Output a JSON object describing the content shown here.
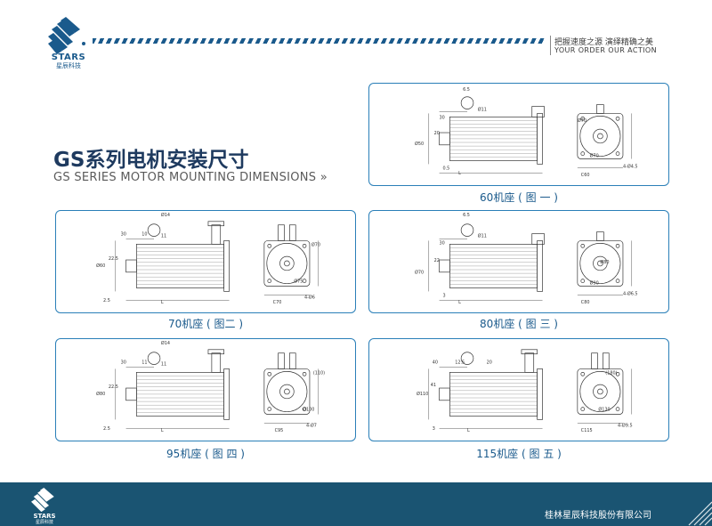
{
  "brand": {
    "name": "STARS",
    "name_cn": "星辰科技",
    "primary_color": "#1a5a8c",
    "footer_color": "#1a5472",
    "panel_border_color": "#2a7fb8"
  },
  "slogan": {
    "cn": "把握速度之源  演绎精确之美",
    "en": "YOUR ORDER  OUR ACTION"
  },
  "title": {
    "cn": "GS系列电机安装尺寸",
    "en": "GS SERIES MOTOR MOUNTING DIMENSIONS",
    "en_suffix": " »"
  },
  "figures": [
    {
      "id": "fig1",
      "caption": "60机座 ( 图 一 )",
      "dims": [
        "6.5",
        "Ø11",
        "30",
        "20",
        "Ø50",
        "0.5",
        "L",
        "C60",
        "Ø70",
        "4-Ø4.5",
        "Ø70"
      ]
    },
    {
      "id": "fig2",
      "caption": "70机座 ( 图二 )",
      "dims": [
        "Ø14",
        "30",
        "10",
        "11",
        "Ø60",
        "22.5",
        "2.5",
        "L",
        "Ø75",
        "C70",
        "4-Ø6",
        "Ø70"
      ]
    },
    {
      "id": "fig3",
      "caption": "80机座 ( 图 三 )",
      "dims": [
        "6.5",
        "Ø11",
        "30",
        "22",
        "Ø70",
        "3",
        "L",
        "C80",
        "Ø90",
        "4-Ø6.5",
        "Ø80"
      ]
    },
    {
      "id": "fig4",
      "caption": "95机座 ( 图 四 )",
      "dims": [
        "Ø14",
        "30",
        "11",
        "11",
        "Ø80",
        "22.5",
        "2.5",
        "L",
        "Ø100",
        "C95",
        "4-Ø7",
        "(110)"
      ]
    },
    {
      "id": "fig5",
      "caption": "115机座 ( 图 五 )",
      "dims": [
        "40",
        "12.5",
        "20",
        "Ø110",
        "41",
        "3",
        "L",
        "Ø130",
        "C115",
        "4-Ø9.5",
        "(180)"
      ]
    }
  ],
  "footer": {
    "company": "桂林星辰科技股份有限公司"
  }
}
